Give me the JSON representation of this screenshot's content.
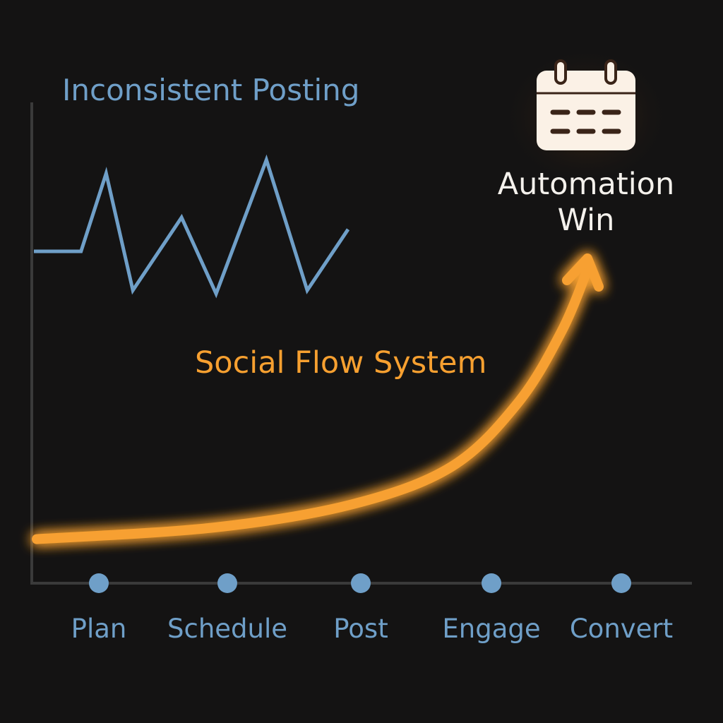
{
  "chart_data": {
    "type": "line",
    "title": "",
    "xlabel": "",
    "ylabel": "",
    "stages": [
      "Plan",
      "Schedule",
      "Post",
      "Engage",
      "Convert"
    ],
    "xlim": [
      0,
      100
    ],
    "ylim": [
      0,
      100
    ],
    "grid": false,
    "series": [
      {
        "name": "Inconsistent Posting",
        "color": "#6f9fc8",
        "x": [
          0,
          15,
          23,
          31.5,
          47,
          58,
          74,
          87,
          100
        ],
        "y": [
          35,
          35,
          81,
          12,
          55,
          10,
          89,
          12,
          48
        ]
      },
      {
        "name": "Social Flow System",
        "color": "#f7a030",
        "x": [
          0,
          32,
          57,
          75,
          87,
          95,
          100
        ],
        "y": [
          4,
          8,
          16,
          29,
          51,
          76,
          99
        ]
      }
    ],
    "annotation": {
      "line1": "Automation",
      "line2": "Win",
      "icon": "calendar-icon"
    }
  },
  "colors": {
    "background": "#141313",
    "axis": "#3a3a3a",
    "blue": "#6f9fc8",
    "orange": "#f7a030",
    "calendar": "#fbf1e6",
    "calendar_detail": "#3a2418"
  }
}
